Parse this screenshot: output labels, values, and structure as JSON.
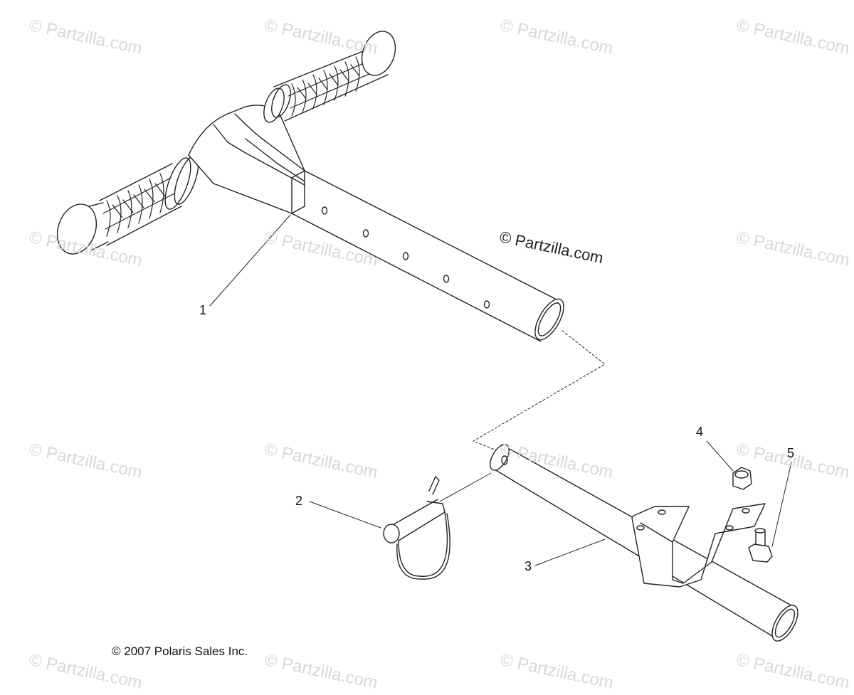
{
  "watermark": "© Partzilla.com",
  "center_watermark": "© Partzilla.com",
  "copyright": "© 2007 Polaris Sales Inc.",
  "callouts": [
    "1",
    "2",
    "3",
    "4",
    "5"
  ]
}
